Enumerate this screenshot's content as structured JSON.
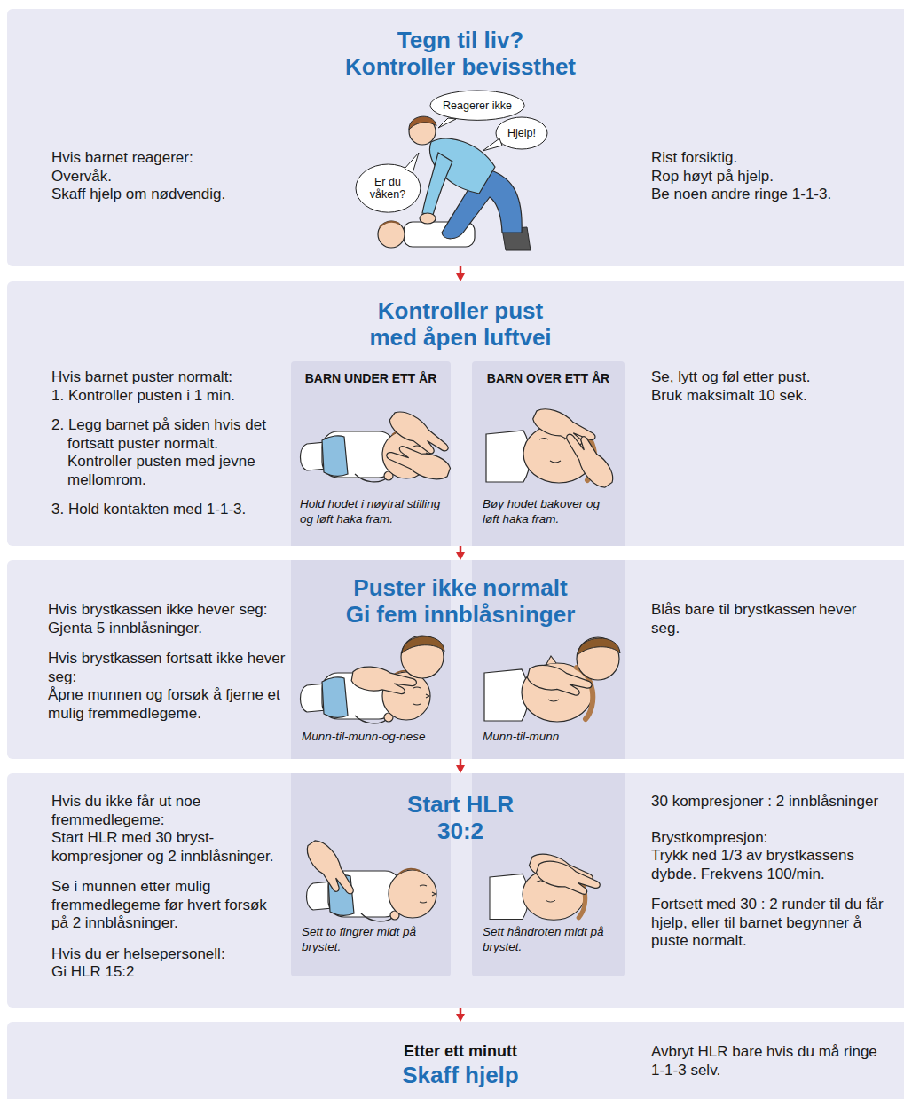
{
  "diagram": {
    "nodes": [
      {
        "text": [
          "Tegn til liv? Kontroller bevissthet",
          "Hvis barnet reagerer:",
          "Overvåk.",
          "Skaff hjelp om nødvendig.",
          "Rist forsiktig.",
          "Rop høyt på hjelp.",
          "Be noen andre ringe 1-1-3."
        ]
      },
      {
        "text": [
          "Reagerer ikke"
        ],
        "in": 0
      },
      {
        "text": [
          "Hjelp!"
        ],
        "in": 0
      },
      {
        "text": [
          "Er du våken?"
        ],
        "in": 0
      },
      {
        "text": [
          "Kontroller pust med åpen luftvei",
          "Hvis barnet puster normalt:",
          "1. Kontroller pusten i 1 min.",
          "2. Legg barnet på siden hvis det fortsatt puster normalt. Kontroller pusten med jevne mellomrom.",
          "3. Hold kontakten med 1-1-3.",
          "Se, lytt og føl etter pust.",
          "Bruk maksimalt 10 sek."
        ]
      },
      {
        "text": [
          "BARN UNDER ETT ÅR",
          "Hold hodet i nøytral stilling og løft haka fram."
        ],
        "in": 4
      },
      {
        "text": [
          "BARN OVER ETT ÅR",
          "Bøy hodet bakover og løft haka fram."
        ],
        "in": 4
      },
      {
        "text": [
          "Puster ikke normalt Gi fem innblåsninger",
          "Hvis brystkassen ikke hever seg:",
          "Gjenta 5 innblåsninger.",
          "Hvis brystkassen fortsatt ikke hever seg:",
          "Åpne munnen og forsøk å fjerne et mulig fremmedlegeme.",
          "Blås bare til brystkassen hever seg."
        ]
      },
      {
        "text": [
          "Munn-til-munn-og-nese"
        ],
        "in": 7
      },
      {
        "text": [
          "Munn-til-munn"
        ],
        "in": 7
      },
      {
        "text": [
          "Start HLR 30:2",
          "Hvis du ikke får ut noe fremmedlegeme:",
          "Start HLR med 30 bryst- kompresjoner og 2 innblåsninger.",
          "Se i munnen etter mulig fremmedlegeme før hvert forsøk på 2 innblåsninger.",
          "Hvis du er helsepersonell:",
          "Gi HLR 15:2",
          "30 kompresjoner : 2 innblåsninger",
          "Brystkompresjon:",
          "Trykk ned 1/3 av brystkassens dybde. Frekvens 100/min.",
          "Fortsett med 30 : 2 runder til du får hjelp, eller til barnet begynner å puste normalt."
        ]
      },
      {
        "text": [
          "Sett to fingrer midt på brystet."
        ],
        "in": 10
      },
      {
        "text": [
          "Sett håndroten midt på brystet."
        ],
        "in": 10
      },
      {
        "text": [
          "Etter ett minutt",
          "Skaff hjelp",
          "Avbryt HLR bare hvis du må ringe 1-1-3 selv."
        ]
      }
    ],
    "edges": [
      {
        "from": 0,
        "to": 4,
        "arrow": "to"
      },
      {
        "from": 4,
        "to": 7,
        "arrow": "to"
      },
      {
        "from": 7,
        "to": 10,
        "arrow": "to"
      },
      {
        "from": 10,
        "to": 13,
        "arrow": "to"
      }
    ]
  }
}
